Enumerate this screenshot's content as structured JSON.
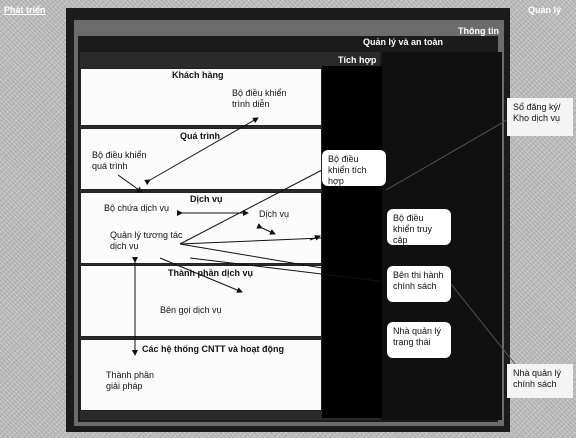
{
  "headers": {
    "left": "Phát triển",
    "right": "Quản lý",
    "info": "Thông tin",
    "mgmt": "Quản lý và an toàn",
    "integ": "Tích hợp"
  },
  "sections": {
    "customer": "Khách hàng",
    "process": "Quá trình",
    "service": "Dịch vụ",
    "service_comp": "Thành phần dịch vụ",
    "it_systems": "Các hệ thống CNTT và hoạt động"
  },
  "labels": {
    "presentation_ctrl": "Bộ điều khiển trình diễn",
    "process_ctrl": "Bộ điều khiển quá trình",
    "service_container": "Bộ chứa dịch vụ",
    "service_inner": "Dịch vụ",
    "service_mgr": "Quản lý tương tác dịch vụ",
    "service_caller": "Bên gọi dịch vụ",
    "solution_comp": "Thành phần giải pháp"
  },
  "boxes": {
    "integration_ctrl": "Bộ điều khiển tích hợp",
    "access_ctrl": "Bộ điều khiển truy cập",
    "policy_exec": "Bên thi hành chính sách",
    "state_mgr": "Nhà quản lý trạng thái",
    "registry": "Sổ đăng ký/ Kho dịch vụ",
    "policy_mgr": "Nhà quản lý chính sách"
  }
}
